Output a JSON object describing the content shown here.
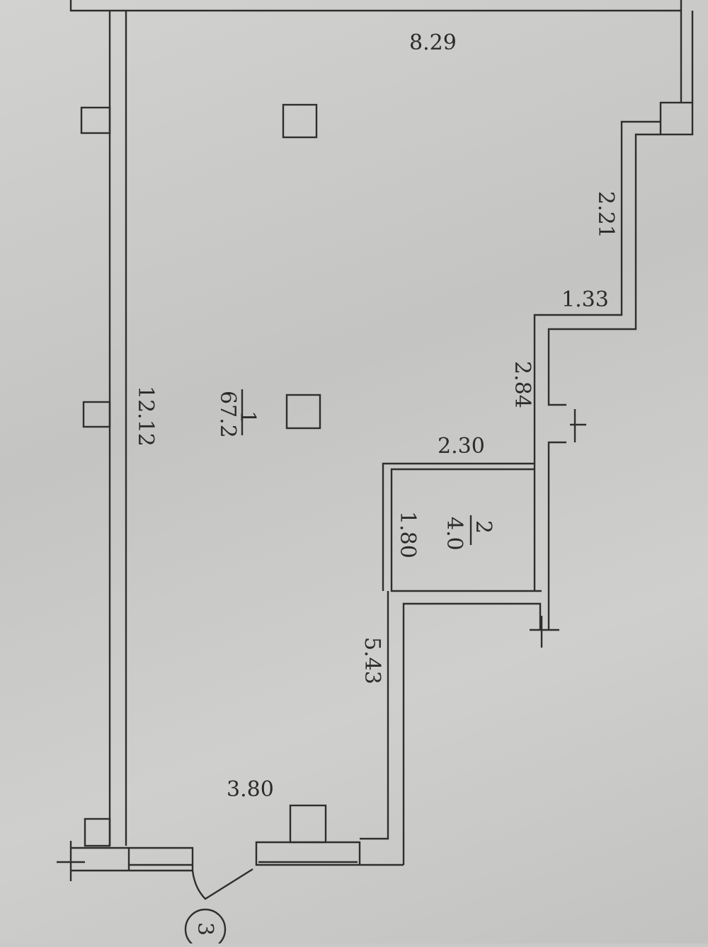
{
  "plan": {
    "dimensions": {
      "top_width": "8.29",
      "right_upper": "2.21",
      "step_width": "1.33",
      "right_middle": "2.84",
      "room2_width": "2.30",
      "room2_depth": "1.80",
      "corridor_length": "5.43",
      "bottom_width": "3.80",
      "left_length": "12.12"
    },
    "rooms": [
      {
        "number": "1",
        "area": "67.2"
      },
      {
        "number": "2",
        "area": "4.0"
      }
    ],
    "entrance_marker": "3"
  }
}
